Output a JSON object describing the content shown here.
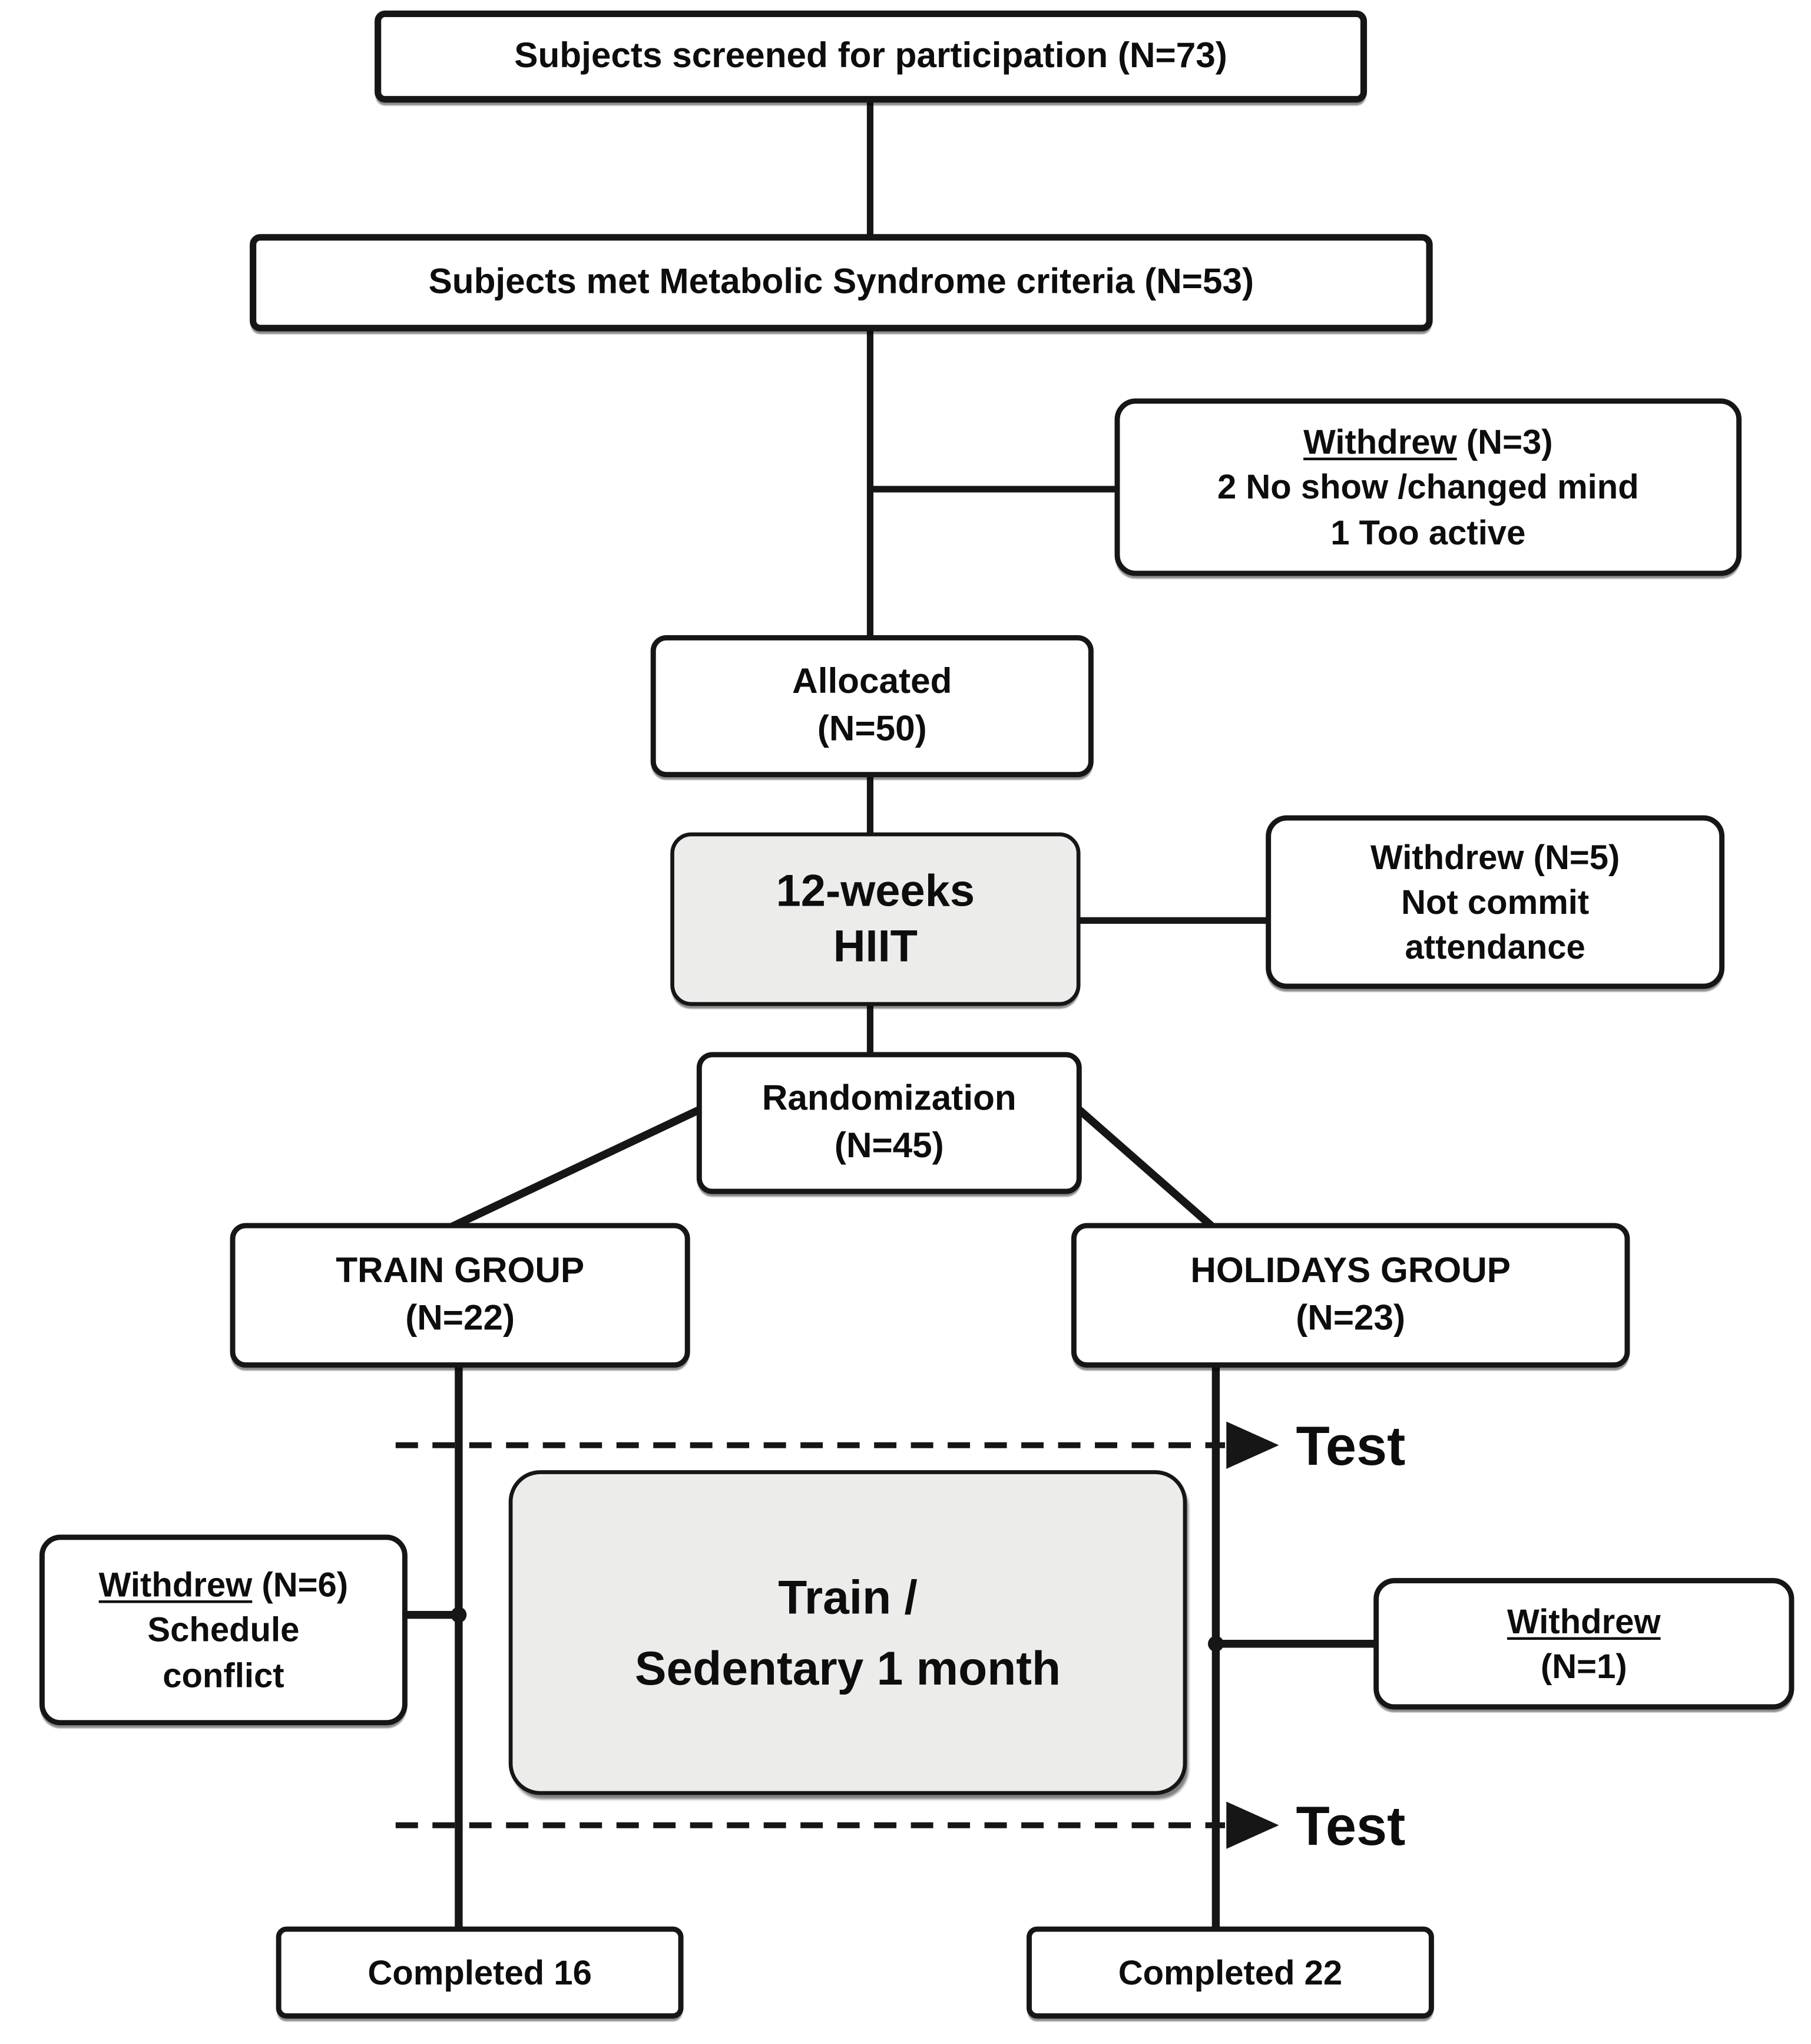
{
  "diagram": {
    "type": "participant-flow-diagram",
    "colors": {
      "background": "#ffffff",
      "box_fill": "#ffffff",
      "shaded_box_fill": "#ececeb",
      "line_color": "#161616",
      "text_color": "#0d0d0d"
    },
    "nodes": {
      "screened": {
        "label": "Subjects screened for participation (N=73)"
      },
      "met_criteria": {
        "label": "Subjects met Metabolic Syndrome criteria (N=53)"
      },
      "withdrew_screening": {
        "title": "Withdrew",
        "count": "(N=3)",
        "reasons": [
          "2 No show /changed mind",
          "1 Too active"
        ]
      },
      "allocated": {
        "line1": "Allocated",
        "line2": "(N=50)"
      },
      "hiit": {
        "line1": "12-weeks",
        "line2": "HIIT"
      },
      "withdrew_hiit": {
        "line1": "Withdrew (N=5)",
        "line2": "Not commit",
        "line3": "attendance"
      },
      "randomization": {
        "line1": "Randomization",
        "line2": "(N=45)"
      },
      "train_group": {
        "line1": "TRAIN GROUP",
        "line2": "(N=22)"
      },
      "holidays_group": {
        "line1": "HOLIDAYS GROUP",
        "line2": "(N=23)"
      },
      "test_upper": {
        "label": "Test"
      },
      "intervention": {
        "line1": "Train /",
        "line2": "Sedentary 1 month"
      },
      "withdrew_train": {
        "title": "Withdrew",
        "count": "(N=6)",
        "reason_line1": "Schedule",
        "reason_line2": "conflict"
      },
      "withdrew_holidays": {
        "title": "Withdrew",
        "count": "(N=1)"
      },
      "test_lower": {
        "label": "Test"
      },
      "completed_train": {
        "label": "Completed 16"
      },
      "completed_holidays": {
        "label": "Completed 22"
      }
    }
  }
}
